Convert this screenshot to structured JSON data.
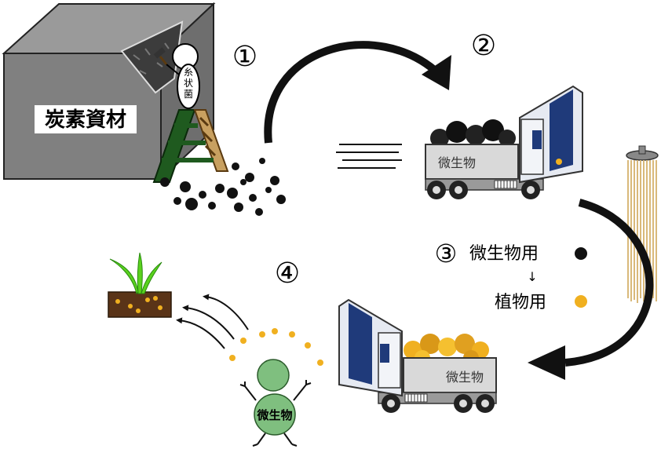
{
  "block": {
    "label": "炭素資材"
  },
  "fungus": {
    "chars": [
      "糸",
      "状",
      "菌"
    ]
  },
  "steps": {
    "s1": "①",
    "s2": "②",
    "s3": "③",
    "s4": "④"
  },
  "truck_top": {
    "label": "微生物"
  },
  "truck_bottom": {
    "label": "微生物"
  },
  "legend": {
    "top_label": "微生物用",
    "arrow": "↓",
    "bottom_label": "植物用"
  },
  "creature": {
    "label": "微生物"
  },
  "colors": {
    "block_front": "#808080",
    "block_top": "#9a9a9a",
    "block_side": "#6e6e6e",
    "truck_cab": "#e6eaf2",
    "truck_stripe": "#1f3a7a",
    "truck_bed": "#d9d9d9",
    "coal": "#1a1a1a",
    "gold": "#f0b020",
    "fungus_tan": "#d9b97a",
    "soil": "#5a3418",
    "sprout": "#5ad21e",
    "creature": "#7fbf7f"
  },
  "icons": {
    "hammer": "hammer-icon",
    "ladder": "ladder-icon",
    "shower": "mycelium-shower-icon",
    "sprout": "sprout-icon",
    "speed_lines": "speed-lines-icon"
  }
}
